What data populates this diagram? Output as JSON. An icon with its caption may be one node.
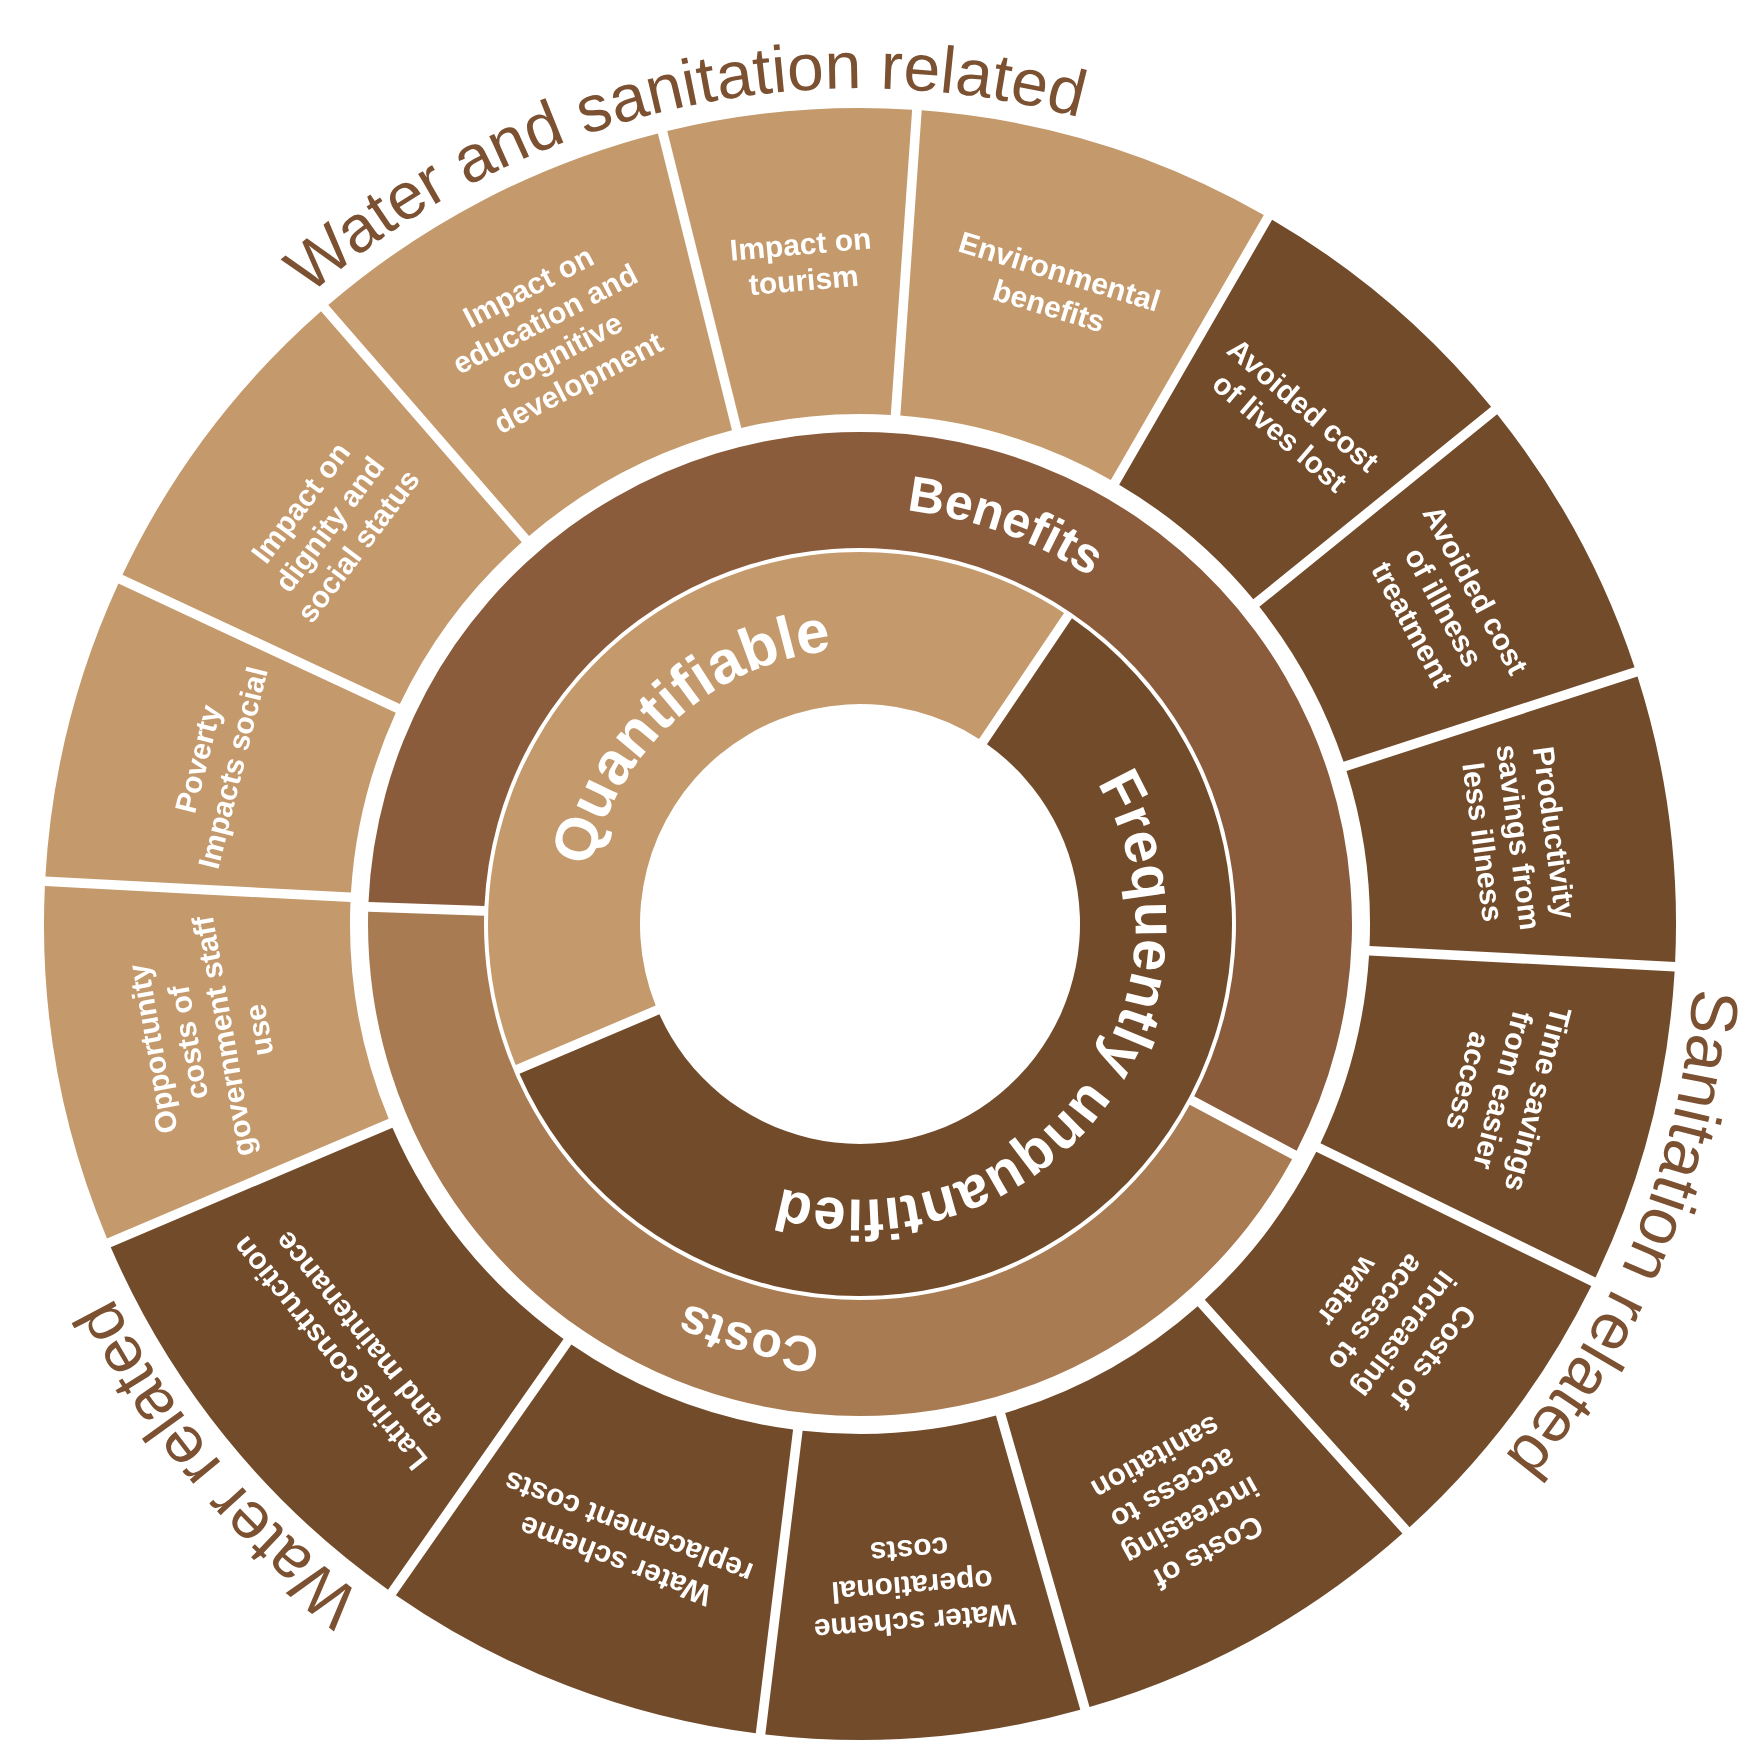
{
  "diagram": {
    "nodes": [
      {
        "text": [
          "Quantifiable"
        ]
      },
      {
        "text": [
          "Frequently unquantified"
        ]
      },
      {
        "text": [
          "Benefits"
        ]
      },
      {
        "text": [
          "Costs"
        ]
      },
      {
        "text": [
          "Impact on tourism"
        ]
      },
      {
        "text": [
          "Environmental benefits"
        ]
      },
      {
        "text": [
          "Avoided cost of lives lost"
        ]
      },
      {
        "text": [
          "Avoided cost of illness treatment"
        ]
      },
      {
        "text": [
          "Productivity savings from less illness"
        ]
      },
      {
        "text": [
          "Time savings from easier access"
        ]
      },
      {
        "text": [
          "Costs of increasing access to water"
        ]
      },
      {
        "text": [
          "Costs of increasing access to sanitation"
        ]
      },
      {
        "text": [
          "Water scheme operational costs"
        ]
      },
      {
        "text": [
          "Water scheme replacement costs"
        ]
      },
      {
        "text": [
          "Latrine construction and maintenance"
        ]
      },
      {
        "text": [
          "Opportunity costs of government staff use"
        ]
      },
      {
        "text": [
          "Poverty Impacts social"
        ]
      },
      {
        "text": [
          "Impact on dignity and social status"
        ]
      },
      {
        "text": [
          "Impact on education and cognitive development"
        ]
      }
    ],
    "labels": [
      "Water and sanitation related",
      "Sanitation related",
      "Water related"
    ]
  }
}
